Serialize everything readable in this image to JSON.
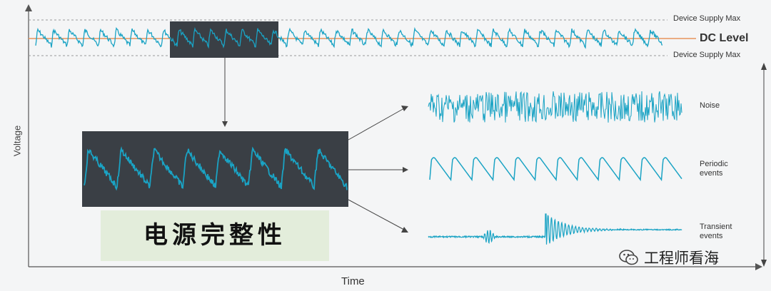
{
  "labels": {
    "device_supply_max_top": "Device Supply Max",
    "device_supply_max_bottom": "Device Supply Max",
    "dc_level": "DC Level",
    "axis_y": "Voltage",
    "axis_x": "Time",
    "noise": "Noise",
    "periodic_line1": "Periodic",
    "periodic_line2": "events",
    "transient_line1": "Transient",
    "transient_line2": "events",
    "caption": "电源完整性",
    "watermark": "工程师看海"
  },
  "colors": {
    "signal": "#1aa3c4",
    "dc_line": "#e8935c",
    "dark_box": "#3a3f45",
    "caption_bg": "#e3eddb"
  },
  "icons": [
    "wechat-icon"
  ]
}
